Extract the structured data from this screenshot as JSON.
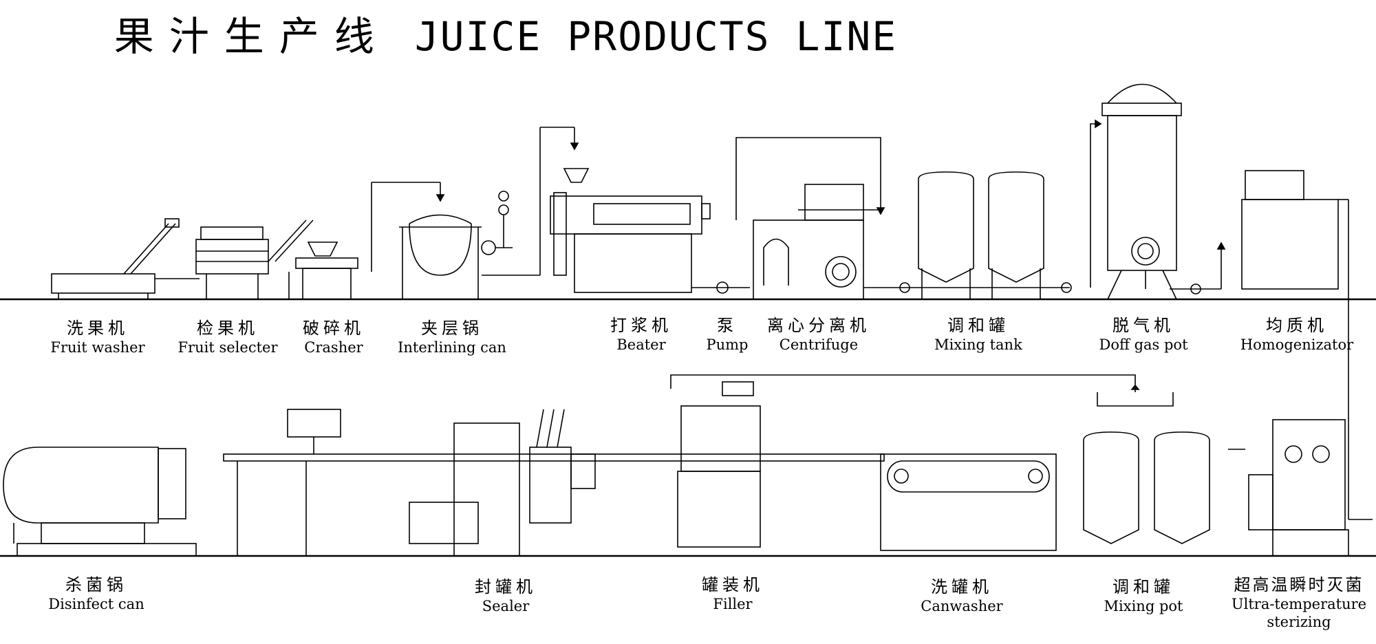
{
  "title": {
    "cn": "果汁生产线",
    "en": "JUICE PRODUCTS LINE"
  },
  "top_row": [
    {
      "cn": "洗果机",
      "en": "Fruit washer"
    },
    {
      "cn": "检果机",
      "en": "Fruit selecter"
    },
    {
      "cn": "破碎机",
      "en": "Crasher"
    },
    {
      "cn": "夹层锅",
      "en": "Interlining can"
    },
    {
      "cn": "打浆机",
      "en": "Beater"
    },
    {
      "cn": "泵",
      "en": "Pump"
    },
    {
      "cn": "离心分离机",
      "en": "Centrifuge"
    },
    {
      "cn": "调和罐",
      "en": "Mixing tank"
    },
    {
      "cn": "脱气机",
      "en": "Doff gas pot"
    },
    {
      "cn": "均质机",
      "en": "Homogenizator"
    }
  ],
  "bottom_row": [
    {
      "cn": "杀菌锅",
      "en": "Disinfect can"
    },
    {
      "cn": "封罐机",
      "en": "Sealer"
    },
    {
      "cn": "罐装机",
      "en": "Filler"
    },
    {
      "cn": "洗罐机",
      "en": "Canwasher"
    },
    {
      "cn": "调和罐",
      "en": "Mixing pot"
    },
    {
      "cn": "超高温瞬时灭菌",
      "en": "Ultra-temperature sterizing"
    }
  ]
}
